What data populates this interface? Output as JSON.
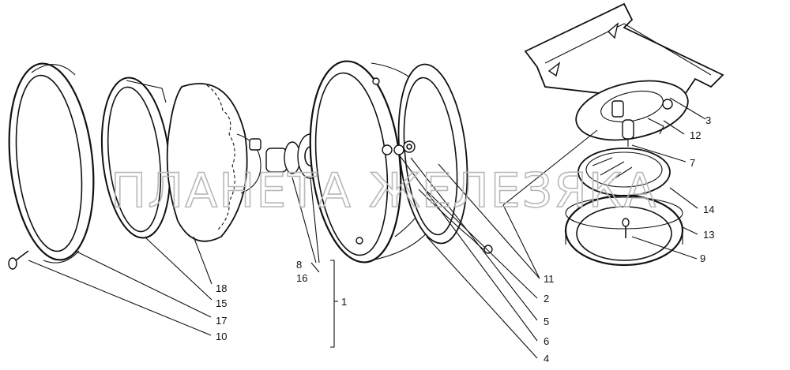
{
  "watermark": "ПЛАНЕТА ЖЕЛЕЗЯКА",
  "labels": {
    "l3": "3",
    "l12": "12",
    "l7": "7",
    "l14": "14",
    "l13": "13",
    "l9": "9",
    "l11": "11",
    "l2": "2",
    "l5": "5",
    "l6": "6",
    "l4": "4",
    "l8": "8",
    "l16": "16",
    "l1": "1",
    "l18": "18",
    "l15": "15",
    "l17": "17",
    "l10": "10"
  }
}
